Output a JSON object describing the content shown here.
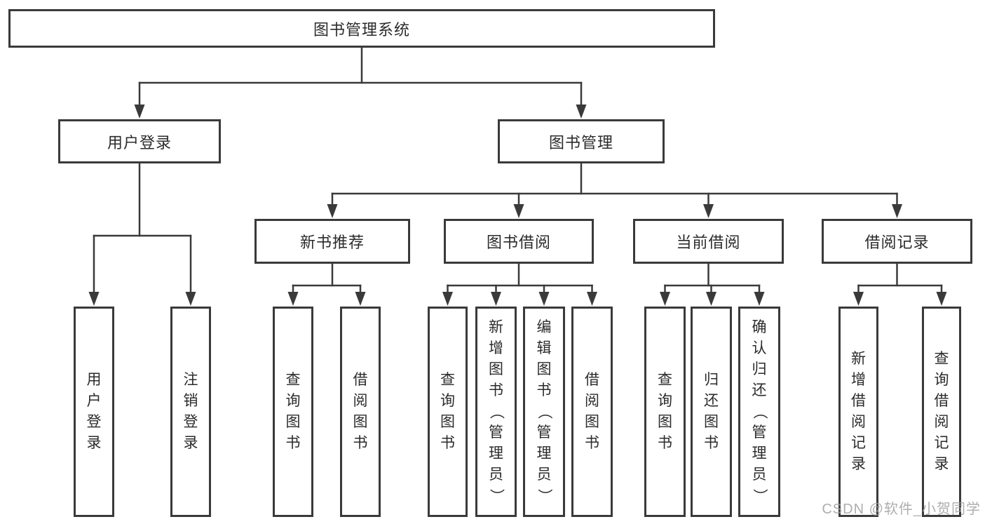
{
  "watermark": "CSDN @软件_小贺同学",
  "colors": {
    "line": "#3a3a3a",
    "box_border": "#3a3a3a",
    "box_background": "#ffffff",
    "text": "#2b2b2b",
    "watermark": "#a0a0a0",
    "background": "#ffffff"
  },
  "tree": {
    "id": "system",
    "label": "图书管理系统",
    "children": [
      {
        "id": "user-login",
        "label": "用户登录",
        "children": [
          {
            "id": "user-login-op",
            "label": "用户登录"
          },
          {
            "id": "logout-op",
            "label": "注销登录"
          }
        ]
      },
      {
        "id": "book-management",
        "label": "图书管理",
        "children": [
          {
            "id": "new-book-recommend",
            "label": "新书推荐",
            "children": [
              {
                "id": "recommend-query-books",
                "label": "查询图书"
              },
              {
                "id": "recommend-borrow-books",
                "label": "借阅图书"
              }
            ]
          },
          {
            "id": "book-borrow",
            "label": "图书借阅",
            "children": [
              {
                "id": "borrow-query-books",
                "label": "查询图书"
              },
              {
                "id": "borrow-add-books",
                "label": "新增图书（管理员）"
              },
              {
                "id": "borrow-edit-books",
                "label": "编辑图书（管理员）"
              },
              {
                "id": "borrow-borrow-books",
                "label": "借阅图书"
              }
            ]
          },
          {
            "id": "current-borrow",
            "label": "当前借阅",
            "children": [
              {
                "id": "current-query-books",
                "label": "查询图书"
              },
              {
                "id": "current-return-books",
                "label": "归还图书"
              },
              {
                "id": "current-confirm-return",
                "label": "确认归还（管理员）"
              }
            ]
          },
          {
            "id": "borrow-records",
            "label": "借阅记录",
            "children": [
              {
                "id": "records-add-record",
                "label": "新增借阅记录"
              },
              {
                "id": "records-query-record",
                "label": "查询借阅记录"
              }
            ]
          }
        ]
      }
    ]
  }
}
